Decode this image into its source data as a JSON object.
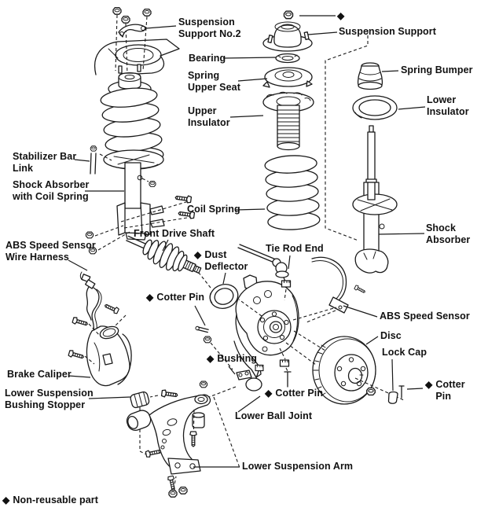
{
  "figure": {
    "title": "Front suspension exploded parts diagram",
    "background_color": "#ffffff",
    "ink_color": "#1a1a1a",
    "marker_glyph": "◆"
  },
  "labels": {
    "suspension_support_no2": {
      "text": "Suspension\nSupport No.2"
    },
    "diamond_top": {
      "marker": "◆"
    },
    "suspension_support": {
      "text": "Suspension Support"
    },
    "bearing": {
      "text": "Bearing"
    },
    "spring_upper_seat": {
      "text": "Spring\nUpper Seat"
    },
    "upper_insulator": {
      "text": "Upper\nInsulator"
    },
    "spring_bumper": {
      "text": "Spring Bumper"
    },
    "lower_insulator": {
      "text": "Lower\nInsulator"
    },
    "stabilizer_bar_link": {
      "text": "Stabilizer Bar\nLink"
    },
    "shock_absorber_with_coil_spring": {
      "text": "Shock Absorber\nwith Coil Spring"
    },
    "coil_spring": {
      "text": "Coil Spring"
    },
    "shock_absorber": {
      "text": "Shock\nAbsorber"
    },
    "front_drive_shaft": {
      "text": "Front Drive Shaft"
    },
    "abs_speed_sensor_wire_harness": {
      "text": "ABS Speed Sensor\nWire Harness"
    },
    "dust_deflector": {
      "marker": "◆",
      "text": "Dust\nDeflector"
    },
    "tie_rod_end": {
      "text": "Tie Rod End"
    },
    "cotter_pin_hub": {
      "marker": "◆",
      "text": "Cotter Pin"
    },
    "abs_speed_sensor": {
      "text": "ABS Speed Sensor"
    },
    "disc": {
      "text": "Disc"
    },
    "lock_cap": {
      "text": "Lock Cap"
    },
    "cotter_pin_right": {
      "marker": "◆",
      "text": "Cotter\nPin"
    },
    "brake_caliper": {
      "text": "Brake Caliper"
    },
    "lower_suspension_bushing_stopper": {
      "text": "Lower Suspension\nBushing Stopper"
    },
    "bushing": {
      "marker": "◆",
      "text": "Bushing"
    },
    "cotter_pin_balljoint": {
      "marker": "◆",
      "text": "Cotter Pin"
    },
    "lower_ball_joint": {
      "text": "Lower Ball Joint"
    },
    "lower_suspension_arm": {
      "text": "Lower Suspension Arm"
    },
    "legend_non_reusable": {
      "marker": "◆",
      "text": "Non-reusable part"
    }
  }
}
